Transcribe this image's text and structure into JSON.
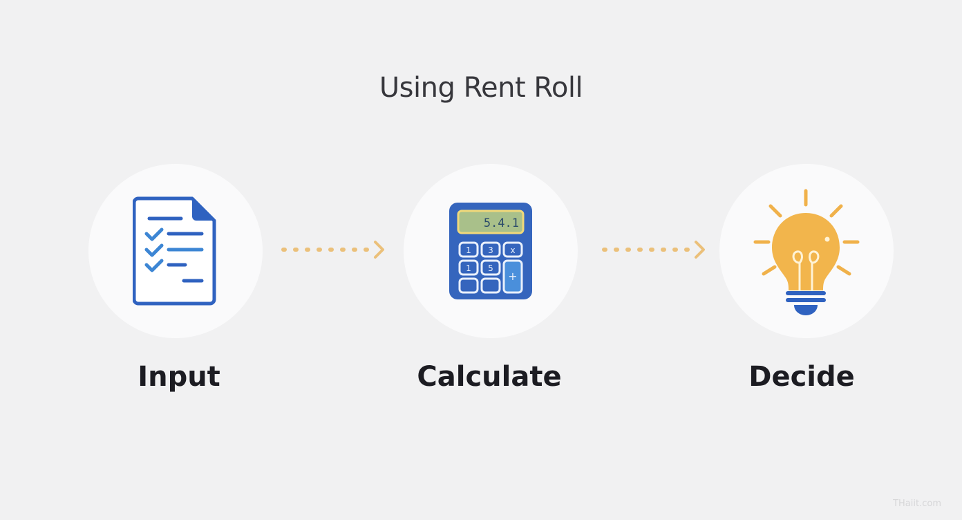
{
  "title": "Using Rent Roll",
  "steps": [
    {
      "label": "Input",
      "icon": "document-checklist-icon",
      "color": "#2f62c0"
    },
    {
      "label": "Calculate",
      "icon": "calculator-icon",
      "color": "#2f62c0",
      "display_value": "5.4.1"
    },
    {
      "label": "Decide",
      "icon": "lightbulb-icon",
      "color": "#f0b14a"
    }
  ],
  "connectors": [
    {
      "from": "Input",
      "to": "Calculate",
      "style": "dotted-arrow",
      "color": "#ebc07a"
    },
    {
      "from": "Calculate",
      "to": "Decide",
      "style": "dotted-arrow",
      "color": "#ebc07a"
    }
  ],
  "calculator_keys": [
    "1",
    "3",
    "x",
    "1",
    "5",
    "+",
    "",
    ""
  ],
  "watermark": "THaiit.com"
}
